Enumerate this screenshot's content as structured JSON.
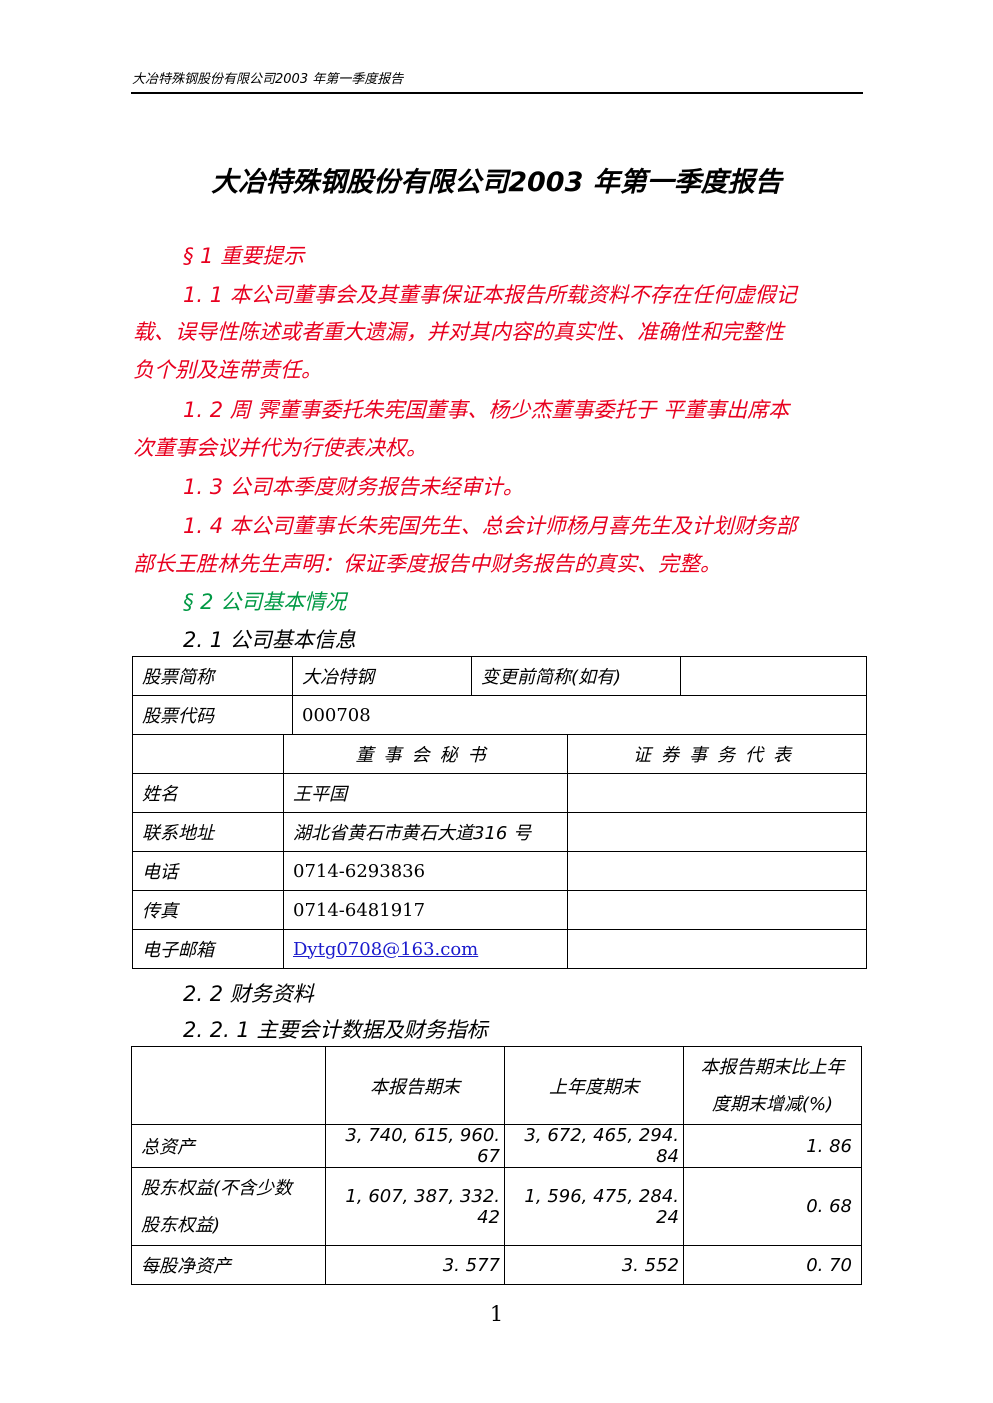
{
  "running_header": "大冶特殊钢股份有限公司2003 年第一季度报告",
  "title": "大冶特殊钢股份有限公司2003 年第一季度报告",
  "section1": {
    "heading": "§ 1  重要提示",
    "p1_l1": "1. 1  本公司董事会及其董事保证本报告所载资料不存在任何虚假记",
    "p1_l2": "载、误导性陈述或者重大遗漏，并对其内容的真实性、准确性和完整性",
    "p1_l3": "负个别及连带责任。",
    "p2_l1": "1. 2  周  霁董事委托朱宪国董事、杨少杰董事委托于  平董事出席本",
    "p2_l2": "次董事会议并代为行使表决权。",
    "p3_l1": "1. 3 公司本季度财务报告未经审计。",
    "p4_l1": "1. 4  本公司董事长朱宪国先生、总会计师杨月喜先生及计划财务部",
    "p4_l2": "部长王胜林先生声明：保证季度报告中财务报告的真实、完整。"
  },
  "section2": {
    "heading": "§ 2 公司基本情况",
    "sub21": "2. 1 公司基本信息",
    "sub22": "2. 2 财务资料",
    "sub221": "2. 2. 1 主要会计数据及财务指标"
  },
  "info_table": {
    "stock_abbr_label": "股票简称",
    "stock_abbr_value": "大冶特钢",
    "prev_abbr_label": "变更前简称(如有)",
    "prev_abbr_value": "",
    "stock_code_label": "股票代码",
    "stock_code_value": "000708",
    "col_secretary": "董事会秘书",
    "col_rep": "证券事务代表",
    "rows": [
      {
        "label": "姓名",
        "secretary": "王平国",
        "rep": ""
      },
      {
        "label": "联系地址",
        "secretary": "湖北省黄石市黄石大道316 号",
        "rep": ""
      },
      {
        "label": "电话",
        "secretary": "0714-6293836",
        "rep": ""
      },
      {
        "label": "传真",
        "secretary": "0714-6481917",
        "rep": ""
      },
      {
        "label": "电子邮箱",
        "secretary": "Dytg0708@163.com",
        "rep": ""
      }
    ]
  },
  "fin_table": {
    "col_current": "本报告期末",
    "col_prev": "上年度期末",
    "col_change_l1": "本报告期末比上年",
    "col_change_l2": "度期末增减(%)",
    "rows": [
      {
        "label_l1": "总资产",
        "label_l2": "",
        "current": "3, 740, 615, 960. 67",
        "prev": "3, 672, 465, 294. 84",
        "change": "1. 86"
      },
      {
        "label_l1": "股东权益(不含少数",
        "label_l2": "股东权益)",
        "current": "1, 607, 387, 332. 42",
        "prev": "1, 596, 475, 284. 24",
        "change": "0. 68"
      },
      {
        "label_l1": "每股净资产",
        "label_l2": "",
        "current": "3. 577",
        "prev": "3. 552",
        "change": "0. 70"
      }
    ]
  },
  "page_number": "1",
  "colors": {
    "heading_red": "#e8001f",
    "heading_green": "#009944",
    "link_blue": "#1a1acc"
  }
}
